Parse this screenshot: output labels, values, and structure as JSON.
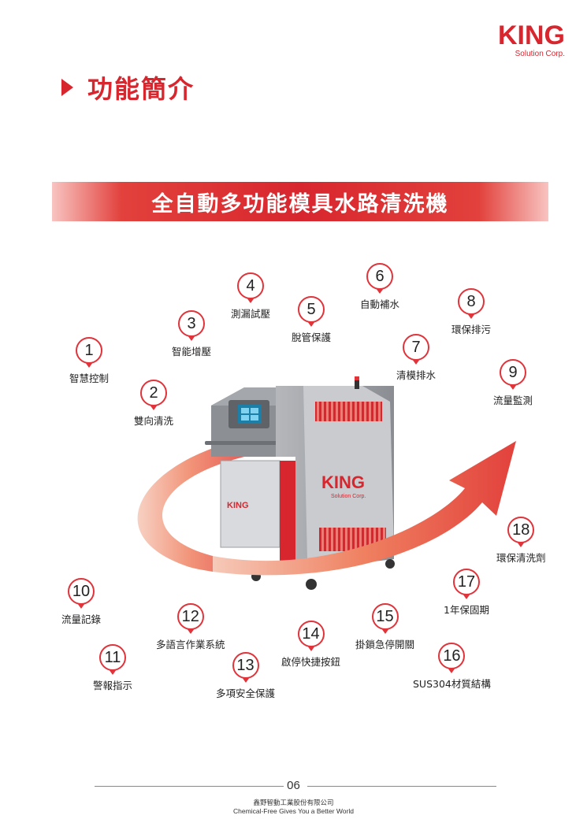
{
  "brand": {
    "logo_word": "KING",
    "logo_sub": "Solution Corp."
  },
  "section": {
    "title": "功能簡介"
  },
  "banner": {
    "title": "全自動多功能模具水路清洗機"
  },
  "features": [
    {
      "num": "1",
      "label": "智慧控制"
    },
    {
      "num": "2",
      "label": "雙向清洗"
    },
    {
      "num": "3",
      "label": "智能增壓"
    },
    {
      "num": "4",
      "label": "測漏試壓"
    },
    {
      "num": "5",
      "label": "脫管保護"
    },
    {
      "num": "6",
      "label": "自動補水"
    },
    {
      "num": "7",
      "label": "清模排水"
    },
    {
      "num": "8",
      "label": "環保排污"
    },
    {
      "num": "9",
      "label": "流量監測"
    },
    {
      "num": "10",
      "label": "流量記錄"
    },
    {
      "num": "11",
      "label": "警報指示"
    },
    {
      "num": "12",
      "label": "多語言作業系統"
    },
    {
      "num": "13",
      "label": "多項安全保護"
    },
    {
      "num": "14",
      "label": "啟停快捷按鈕"
    },
    {
      "num": "15",
      "label": "掛鎖急停開關"
    },
    {
      "num": "16",
      "label": "SUS304材質結構"
    },
    {
      "num": "17",
      "label": "1年保固期"
    },
    {
      "num": "18",
      "label": "環保清洗劑"
    }
  ],
  "machine": {
    "brand_large": "KING",
    "brand_small": "KING",
    "brand_sub": "Solution Corp."
  },
  "footer": {
    "page_number": "06",
    "company": "鑫野智動工業股份有限公司",
    "slogan": "Chemical-Free Gives You a Better World"
  },
  "colors": {
    "accent": "#d8262e",
    "machine_body": "#9a9da2",
    "machine_panel": "#c9cbce"
  }
}
